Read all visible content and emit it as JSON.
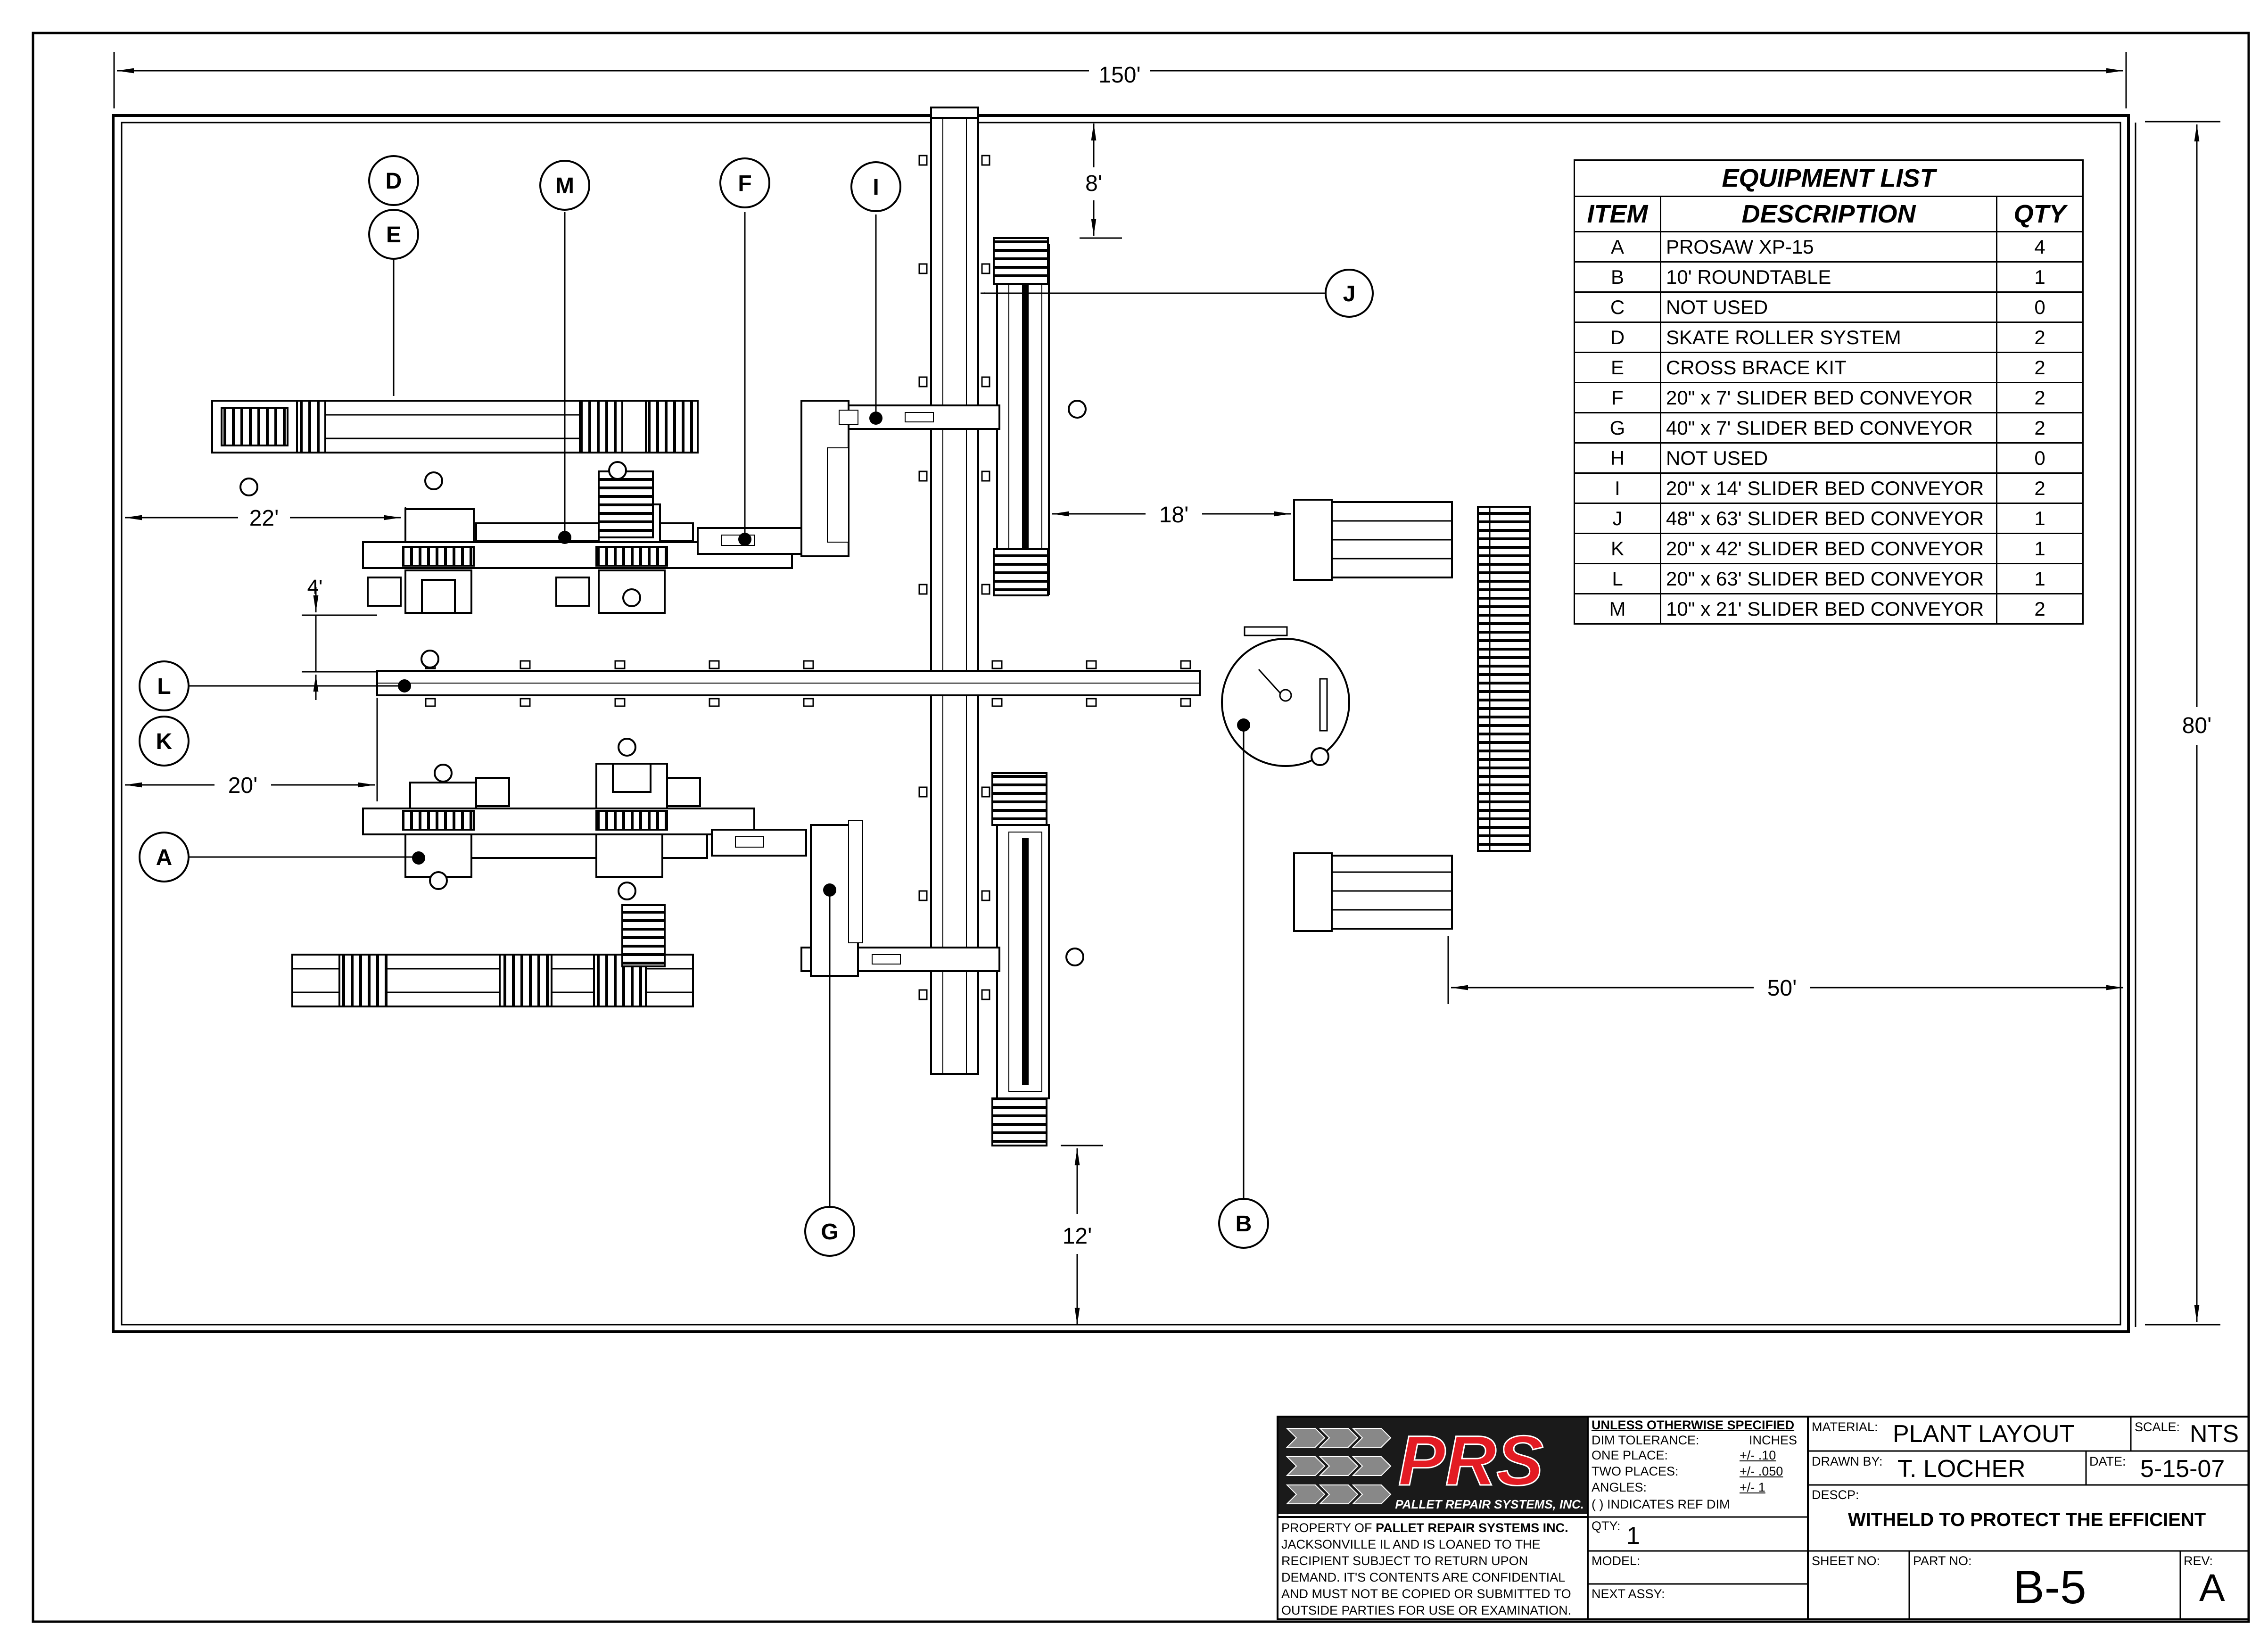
{
  "dimensions": {
    "overall_width": "150'",
    "overall_height": "80'",
    "d_8": "8'",
    "d_22": "22'",
    "d_4": "4'",
    "d_20": "20'",
    "d_18": "18'",
    "d_50": "50'",
    "d_12": "12'"
  },
  "callouts": {
    "A": "A",
    "B": "B",
    "D": "D",
    "E": "E",
    "F": "F",
    "G": "G",
    "I": "I",
    "J": "J",
    "K": "K",
    "L": "L",
    "M": "M"
  },
  "equipment_list": {
    "title": "EQUIPMENT LIST",
    "headers": {
      "item": "ITEM",
      "description": "DESCRIPTION",
      "qty": "QTY"
    },
    "rows": [
      {
        "item": "A",
        "description": "PROSAW XP-15",
        "qty": "4"
      },
      {
        "item": "B",
        "description": "10' ROUNDTABLE",
        "qty": "1"
      },
      {
        "item": "C",
        "description": "NOT USED",
        "qty": "0"
      },
      {
        "item": "D",
        "description": "SKATE ROLLER SYSTEM",
        "qty": "2"
      },
      {
        "item": "E",
        "description": "CROSS BRACE KIT",
        "qty": "2"
      },
      {
        "item": "F",
        "description": "20\" x  7' SLIDER BED CONVEYOR",
        "qty": "2"
      },
      {
        "item": "G",
        "description": "40\" x 7' SLIDER BED CONVEYOR",
        "qty": "2"
      },
      {
        "item": "H",
        "description": "NOT USED",
        "qty": "0"
      },
      {
        "item": "I",
        "description": "20\" x 14' SLIDER BED CONVEYOR",
        "qty": "2"
      },
      {
        "item": "J",
        "description": "48\" x 63' SLIDER BED CONVEYOR",
        "qty": "1"
      },
      {
        "item": "K",
        "description": "20\" x 42' SLIDER BED CONVEYOR",
        "qty": "1"
      },
      {
        "item": "L",
        "description": "20\" x 63' SLIDER BED CONVEYOR",
        "qty": "1"
      },
      {
        "item": "M",
        "description": "10\" x 21' SLIDER BED CONVEYOR",
        "qty": "2"
      }
    ]
  },
  "title_block": {
    "logo_text": "PRS",
    "logo_subtitle": "PALLET REPAIR SYSTEMS, INC.",
    "property_prefix": "PROPERTY OF ",
    "property_company": "PALLET REPAIR SYSTEMS INC.",
    "property_lines": [
      "JACKSONVILLE IL AND IS LOANED TO THE",
      "RECIPIENT SUBJECT TO RETURN UPON",
      "DEMAND.  IT'S CONTENTS ARE CONFIDENTIAL",
      "AND MUST NOT BE COPIED OR SUBMITTED TO",
      "OUTSIDE PARTIES FOR USE OR EXAMINATION."
    ],
    "tolerance_header": "UNLESS OTHERWISE SPECIFIED",
    "dim_tolerance_label": "DIM TOLERANCE:",
    "dim_tolerance_units": "INCHES",
    "one_place_label": "ONE PLACE:",
    "one_place_value": "+/- .10",
    "two_places_label": "TWO PLACES:",
    "two_places_value": "+/- .050",
    "angles_label": "ANGLES:",
    "angles_value": "+/- 1",
    "ref_dim_note": "( ) INDICATES REF DIM",
    "qty_label": "QTY:",
    "qty_value": "1",
    "model_label": "MODEL:",
    "next_assy_label": "NEXT ASSY:",
    "material_label": "MATERIAL:",
    "material_value": "PLANT LAYOUT",
    "scale_label": "SCALE:",
    "scale_value": "NTS",
    "drawn_by_label": "DRAWN BY:",
    "drawn_by_value": "T. LOCHER",
    "date_label": "DATE:",
    "date_value": "5-15-07",
    "descp_label": "DESCP:",
    "descp_value": "WITHELD TO PROTECT THE EFFICIENT",
    "sheet_no_label": "SHEET NO:",
    "part_no_label": "PART NO:",
    "part_no_value": "B-5",
    "rev_label": "REV:",
    "rev_value": "A"
  }
}
